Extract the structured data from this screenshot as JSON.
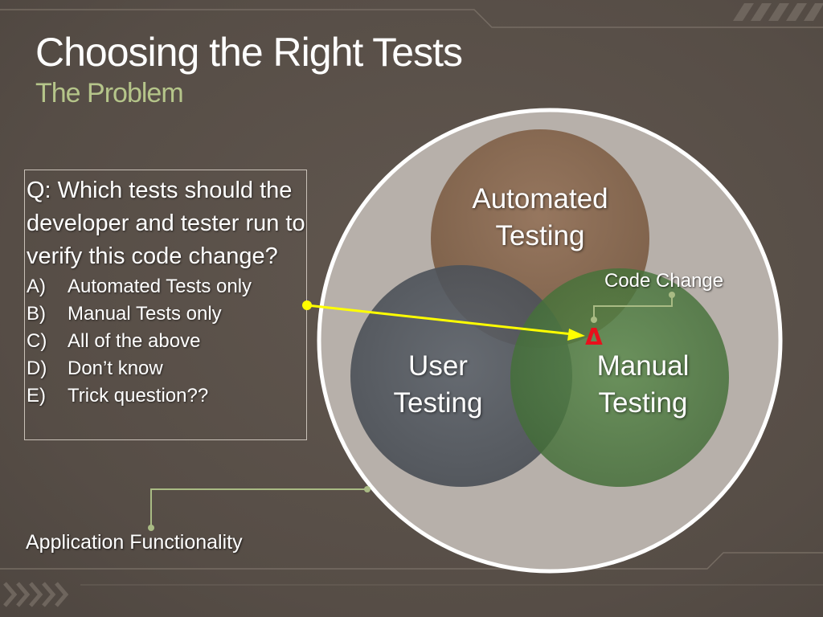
{
  "slide": {
    "title": "Choosing the Right Tests",
    "subtitle": "The Problem"
  },
  "quiz": {
    "question": "Q: Which tests should the developer and tester run to verify this code change?",
    "answers": [
      {
        "letter": "A)",
        "text": "Automated Tests only"
      },
      {
        "letter": "B)",
        "text": "Manual Tests only"
      },
      {
        "letter": "C)",
        "text": "All of the above"
      },
      {
        "letter": "D)",
        "text": "Don’t know"
      },
      {
        "letter": "E)",
        "text": "Trick question??"
      }
    ]
  },
  "diagram": {
    "outer_label": "Application Functionality",
    "circles": [
      {
        "line1": "Automated",
        "line2": "Testing",
        "color": "#8a6a4f"
      },
      {
        "line1": "User",
        "line2": "Testing",
        "color": "#4e535a"
      },
      {
        "line1": "Manual",
        "line2": "Testing",
        "color": "#4b7a3e"
      }
    ],
    "marker_label": "Code Change",
    "marker_symbol": "Δ",
    "colors": {
      "outer_ring": "#ffffff",
      "outer_fill": "#b7b0aa",
      "arrow": "#ffff00",
      "marker": "#e8101c",
      "callout_line": "#a9bb84"
    }
  }
}
